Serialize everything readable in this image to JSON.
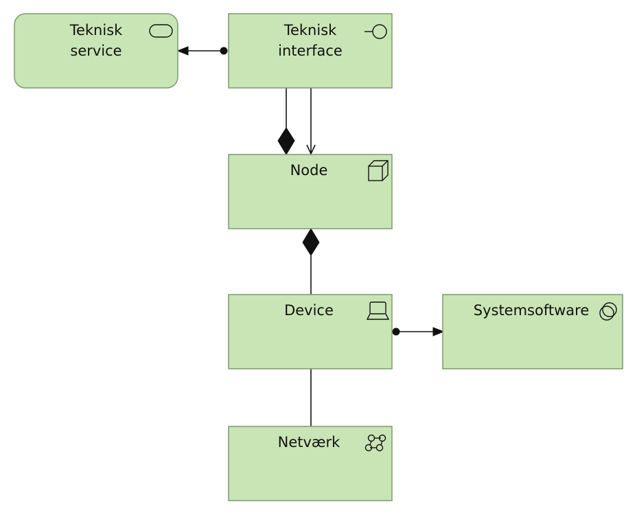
{
  "nodes": {
    "teknisk_service": {
      "line1": "Teknisk",
      "line2": "service",
      "icon": "service-icon"
    },
    "teknisk_interface": {
      "line1": "Teknisk",
      "line2": "interface",
      "icon": "interface-icon"
    },
    "node": {
      "label": "Node",
      "icon": "node-cube-icon"
    },
    "device": {
      "label": "Device",
      "icon": "device-laptop-icon"
    },
    "systemsoftware": {
      "label": "Systemsoftware",
      "icon": "system-software-icon"
    },
    "netvaerk": {
      "label": "Netværk",
      "icon": "network-icon"
    }
  },
  "relations": [
    {
      "from": "teknisk_interface",
      "to": "teknisk_service",
      "type": "assignment"
    },
    {
      "from": "node",
      "to": "teknisk_interface",
      "type": "composition"
    },
    {
      "from": "teknisk_interface",
      "to": "node",
      "type": "serving"
    },
    {
      "from": "node",
      "to": "device",
      "type": "composition"
    },
    {
      "from": "device",
      "to": "systemsoftware",
      "type": "assignment"
    },
    {
      "from": "device",
      "to": "netvaerk",
      "type": "association"
    }
  ],
  "colors": {
    "box_fill": "#c9e5b5",
    "box_stroke": "#7a9a6a",
    "line": "#111111"
  }
}
